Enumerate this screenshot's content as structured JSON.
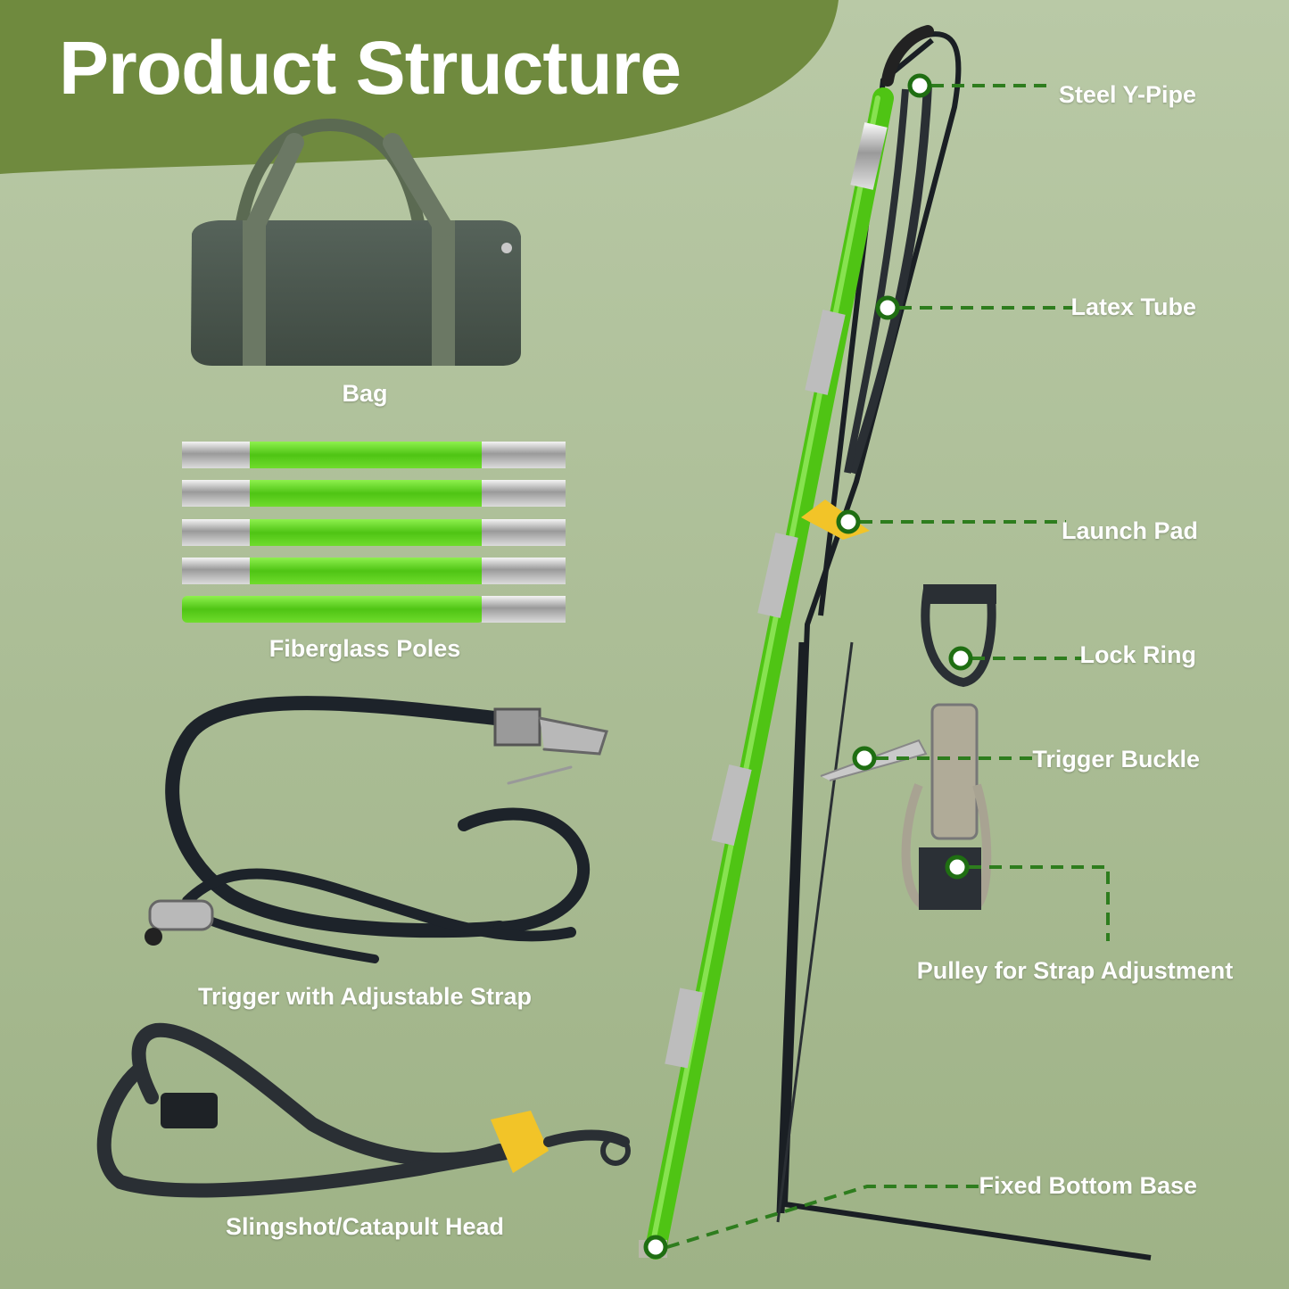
{
  "title": "Product Structure",
  "colors": {
    "background": "#a9bd95",
    "header_band": "#6f8a3e",
    "pole_green": "#5fd01e",
    "callout_line": "#2e7d1e",
    "bag": "#4a564a",
    "pad_yellow": "#f2c428"
  },
  "components": {
    "bag": "Bag",
    "poles": "Fiberglass Poles",
    "trigger_strap": "Trigger with Adjustable Strap",
    "slingshot_head": "Slingshot/Catapult Head"
  },
  "callouts": {
    "steel_y_pipe": "Steel Y-Pipe",
    "latex_tube": "Latex Tube",
    "launch_pad": "Launch Pad",
    "lock_ring": "Lock Ring",
    "trigger_buckle": "Trigger Buckle",
    "pulley": "Pulley for Strap Adjustment",
    "fixed_base": "Fixed Bottom Base"
  }
}
